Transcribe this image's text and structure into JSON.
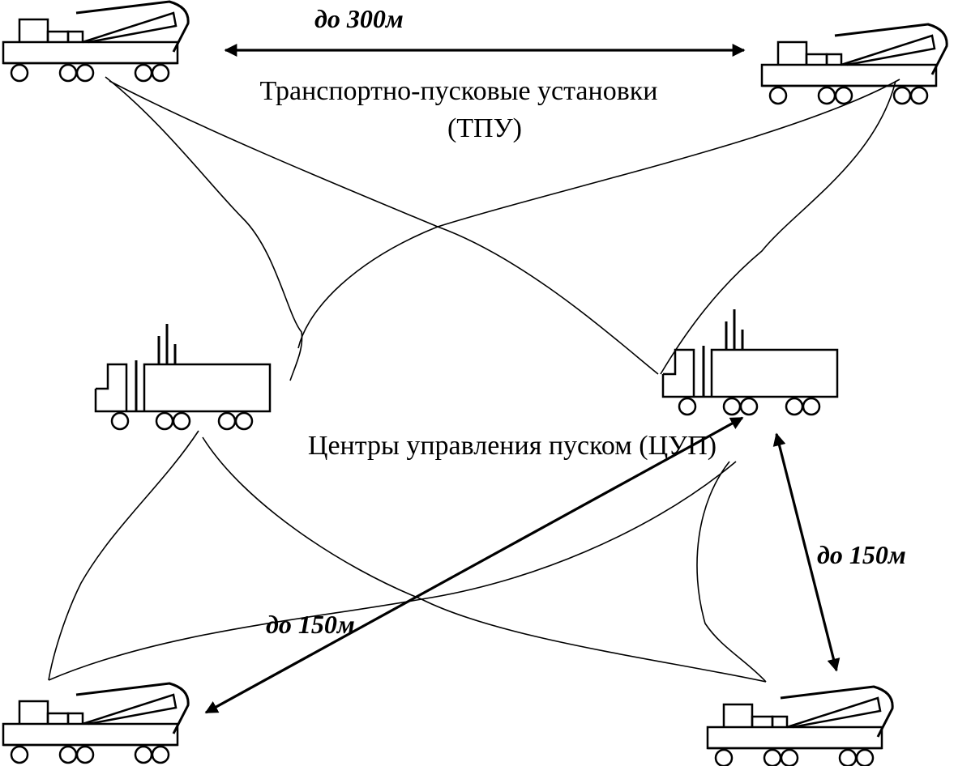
{
  "labels": {
    "distance_top": "до 300м",
    "distance_right": "до 150м",
    "distance_diag": "до 150м",
    "launchers_line1": "Транспортно-пусковые установки",
    "launchers_line2": "(ТПУ)",
    "control_centers": "Центры управления пуском (ЦУП)"
  },
  "colors": {
    "ink": "#000000",
    "paper": "#ffffff"
  },
  "vehicles": [
    {
      "type": "launcher",
      "label": "ТПУ"
    },
    {
      "type": "launcher",
      "label": "ТПУ"
    },
    {
      "type": "control-center",
      "label": "ЦУП"
    },
    {
      "type": "control-center",
      "label": "ЦУП"
    },
    {
      "type": "launcher",
      "label": "ТПУ"
    },
    {
      "type": "launcher",
      "label": "ТПУ"
    }
  ]
}
